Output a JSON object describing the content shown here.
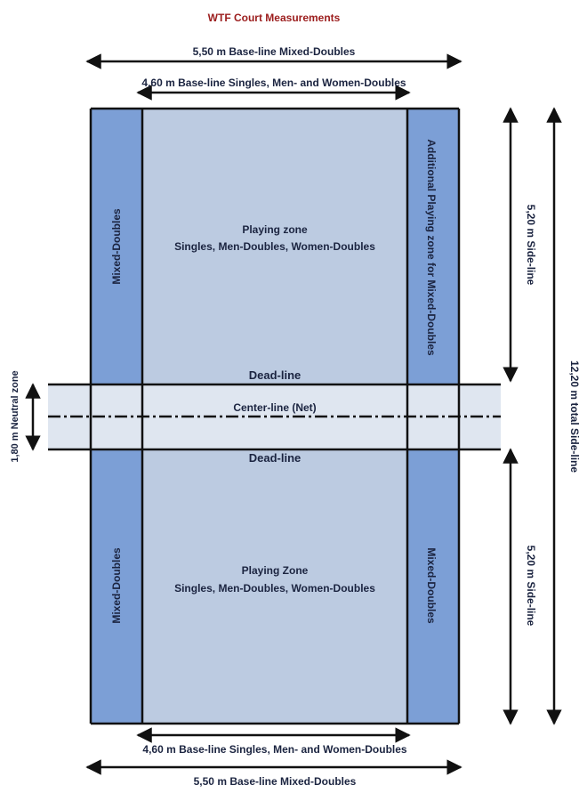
{
  "title": "WTF Court Measurements",
  "colors": {
    "title": "#9b1c1c",
    "mixed_zone": "#7c9fd6",
    "playing_zone": "#bccbe1",
    "neutral_zone": "#dfe6f0",
    "lines": "#111111"
  },
  "dimensions": {
    "top_outer": "5,50 m Base-line Mixed-Doubles",
    "top_inner": "4,60 m Base-line Singles, Men- and Women-Doubles",
    "bottom_inner": "4,60 m Base-line Singles, Men- and Women-Doubles",
    "bottom_outer": "5,50 m Base-line Mixed-Doubles",
    "upper_side": "5,20 m Side-line",
    "lower_side": "5,20 m Side-line",
    "total_side": "12,20 m total Side-line",
    "neutral": "1,80 m Neutral zone"
  },
  "zones": {
    "upper_left": "Mixed-Doubles",
    "upper_right": "Additional Playing zone for Mixed-Doubles",
    "lower_left": "Mixed-Doubles",
    "lower_right": "Mixed-Doubles",
    "upper_main_title": "Playing zone",
    "upper_main_sub": "Singles, Men-Doubles, Women-Doubles",
    "lower_main_title": "Playing Zone",
    "lower_main_sub": "Singles, Men-Doubles, Women-Doubles"
  },
  "lines": {
    "dead_upper": "Dead-line",
    "center": "Center-line (Net)",
    "dead_lower": "Dead-line"
  }
}
